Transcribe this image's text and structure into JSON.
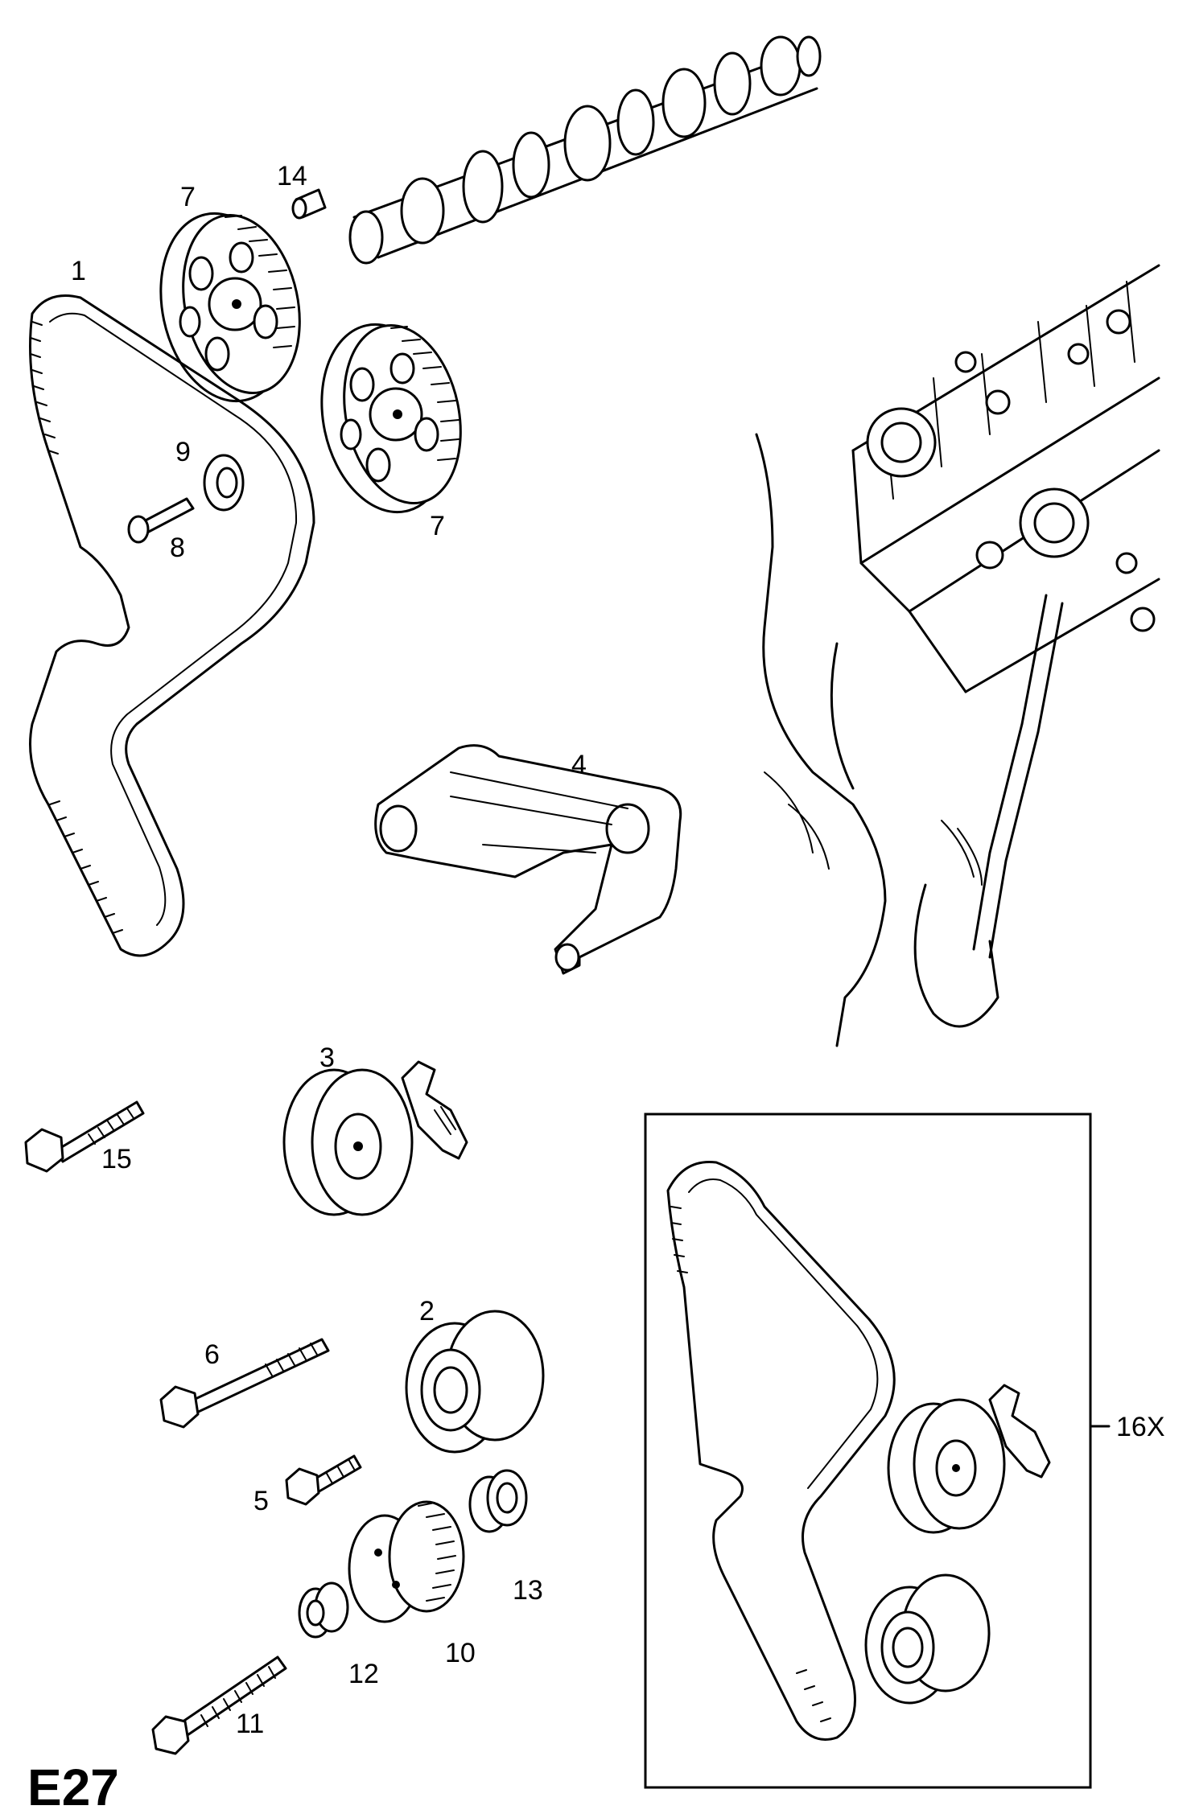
{
  "sheet": {
    "code": "E27"
  },
  "callouts": [
    {
      "id": "1",
      "label": "1"
    },
    {
      "id": "2",
      "label": "2"
    },
    {
      "id": "3",
      "label": "3"
    },
    {
      "id": "4",
      "label": "4"
    },
    {
      "id": "5",
      "label": "5"
    },
    {
      "id": "6",
      "label": "6"
    },
    {
      "id": "7a",
      "label": "7"
    },
    {
      "id": "7b",
      "label": "7"
    },
    {
      "id": "8",
      "label": "8"
    },
    {
      "id": "9",
      "label": "9"
    },
    {
      "id": "10",
      "label": "10"
    },
    {
      "id": "11",
      "label": "11"
    },
    {
      "id": "12",
      "label": "12"
    },
    {
      "id": "13",
      "label": "13"
    },
    {
      "id": "14",
      "label": "14"
    },
    {
      "id": "15",
      "label": "15"
    },
    {
      "id": "16X",
      "label": "16X"
    }
  ]
}
